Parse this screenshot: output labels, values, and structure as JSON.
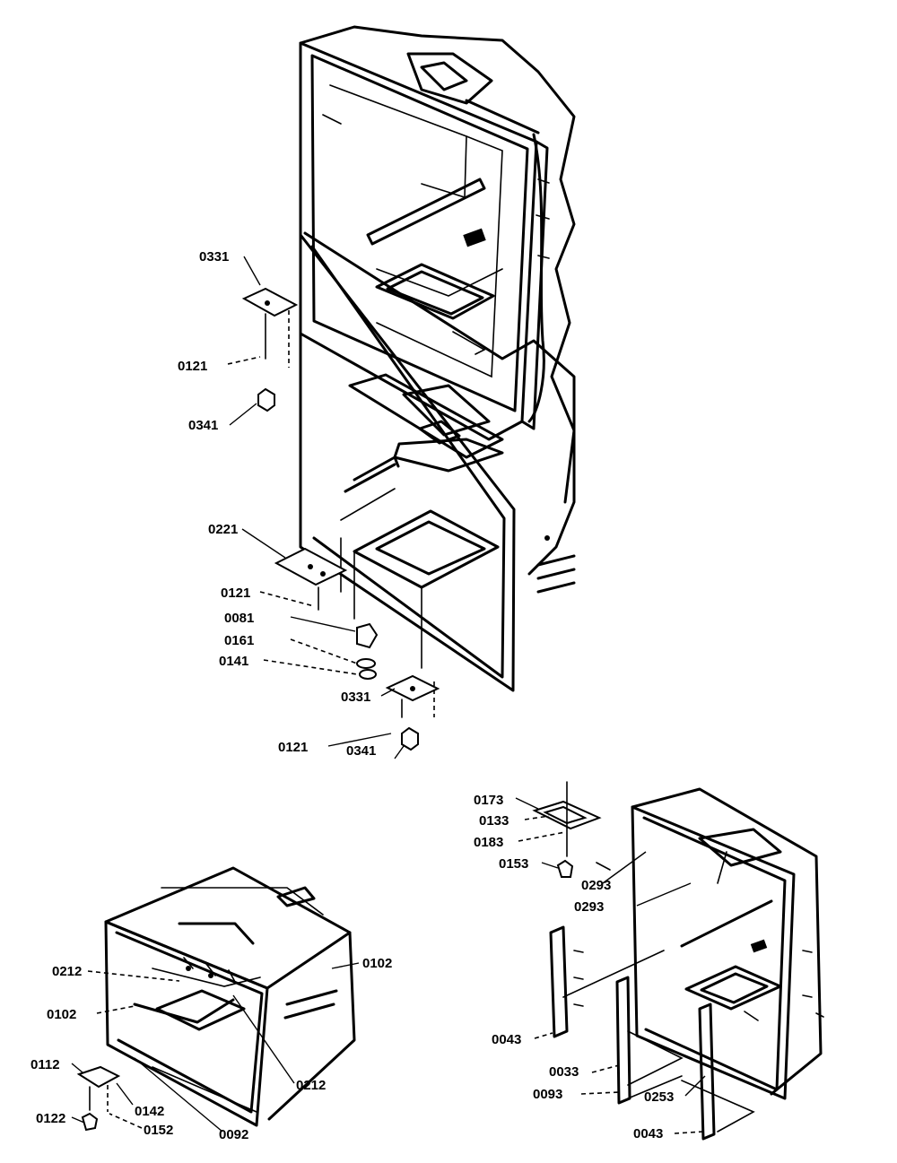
{
  "labels": {
    "l0331a": "0331",
    "l0121a": "0121",
    "l0341a": "0341",
    "l0221": "0221",
    "l0121b": "0121",
    "l0081": "0081",
    "l0161": "0161",
    "l0141": "0141",
    "l0331b": "0331",
    "l0121c": "0121",
    "l0341b": "0341",
    "l0212a": "0212",
    "l0102a": "0102",
    "l0102b": "0102",
    "l0112": "0112",
    "l0122": "0122",
    "l0142": "0142",
    "l0152": "0152",
    "l0092": "0092",
    "l0212b": "0212",
    "l0173": "0173",
    "l0133": "0133",
    "l0183": "0183",
    "l0153": "0153",
    "l0293a": "0293",
    "l0293b": "0293",
    "l0043a": "0043",
    "l0033": "0033",
    "l0093": "0093",
    "l0253": "0253",
    "l0043b": "0043"
  }
}
